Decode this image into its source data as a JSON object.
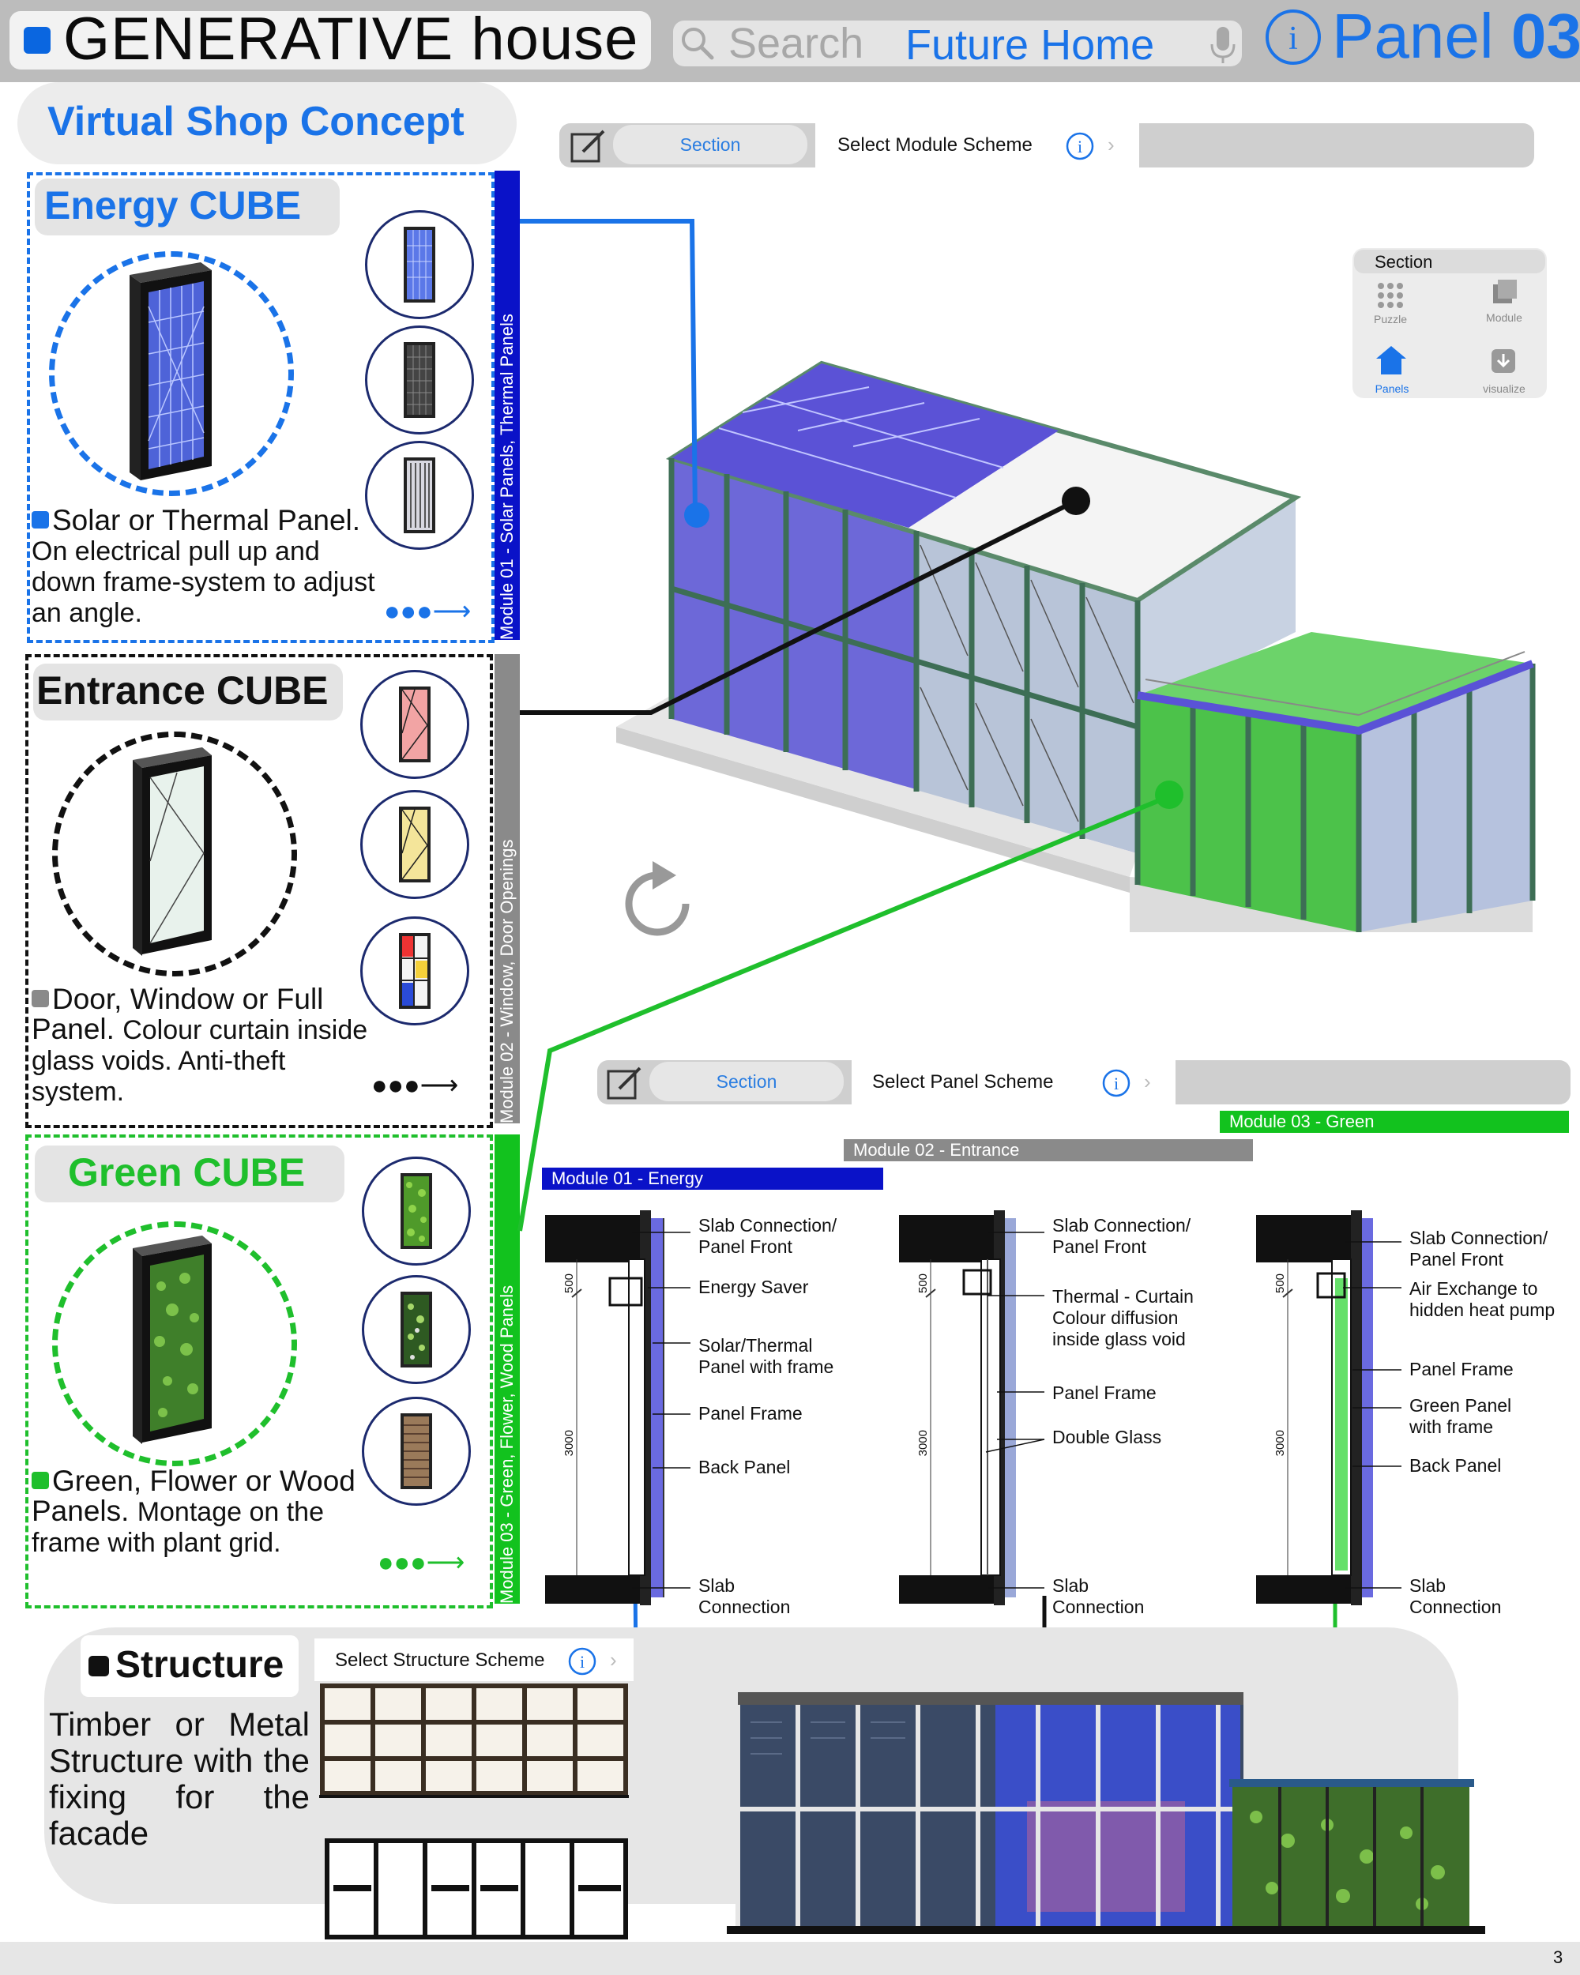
{
  "header": {
    "brand": "GENERATIVE house",
    "search_placeholder": "Search",
    "search_value": "Future Home",
    "panel_prefix": "Panel",
    "panel_number": "03",
    "accent": "#1a73e8"
  },
  "concept": {
    "title": "Virtual Shop Concept"
  },
  "cubes": [
    {
      "title": "Energy CUBE",
      "color": "#1a73e8",
      "module_bar": "Module 01 - Solar Panels, Thermal Panels",
      "bar_color": "#0a12c8",
      "desc_main": "Solar or Thermal Panel.",
      "desc_sub": "On electrical pull up and down frame-system to adjust an angle."
    },
    {
      "title": "Entrance CUBE",
      "color": "#111111",
      "module_bar": "Module 02 - Window, Door Openings",
      "bar_color": "#8a8a8a",
      "desc_main": "Door, Window or Full Panel.",
      "desc_sub": "Colour curtain inside glass voids. Anti-theft system."
    },
    {
      "title": "Green CUBE",
      "color": "#1fbf2c",
      "module_bar": "Module 03 - Green, Flower, Wood Panels",
      "bar_color": "#12c21e",
      "desc_main": "Green, Flower or Wood Panels.",
      "desc_sub": "Montage on the frame with plant grid."
    }
  ],
  "toolbar_module": {
    "section": "Section",
    "select": "Select Module Scheme"
  },
  "toolbar_panel": {
    "section": "Section",
    "select": "Select Panel Scheme"
  },
  "widget": {
    "title": "Section",
    "items": [
      "Puzzle",
      "Module",
      "Panels",
      "visualize"
    ],
    "active": "Panels"
  },
  "module_bars": [
    {
      "label": "Module 03 - Green",
      "color": "#12c21e"
    },
    {
      "label": "Module 02 - Entrance",
      "color": "#8a8a8a"
    },
    {
      "label": "Module 01 - Energy",
      "color": "#0a12c8"
    }
  ],
  "sections": [
    {
      "labels": [
        "Slab Connection/\nPanel Front",
        "Energy Saver",
        "Solar/Thermal\nPanel with frame",
        "Panel Frame",
        "Back Panel",
        "Slab\nConnection"
      ],
      "dims": [
        "500",
        "3000"
      ]
    },
    {
      "labels": [
        "Slab Connection/\nPanel Front",
        "Thermal - Curtain\nColour diffusion\ninside glass void",
        "Panel Frame",
        "Double Glass",
        "Slab\nConnection"
      ],
      "dims": [
        "500",
        "3000"
      ]
    },
    {
      "labels": [
        "Slab Connection/\nPanel Front",
        "Air Exchange to\nhidden heat pump",
        "Panel Frame",
        "Green Panel\nwith frame",
        "Back Panel",
        "Slab\nConnection"
      ],
      "dims": [
        "500",
        "3000"
      ]
    }
  ],
  "structure": {
    "title": "Structure",
    "select": "Select Structure Scheme",
    "description": "Timber or Metal Structure with the fixing for the facade"
  },
  "page_number": "3"
}
